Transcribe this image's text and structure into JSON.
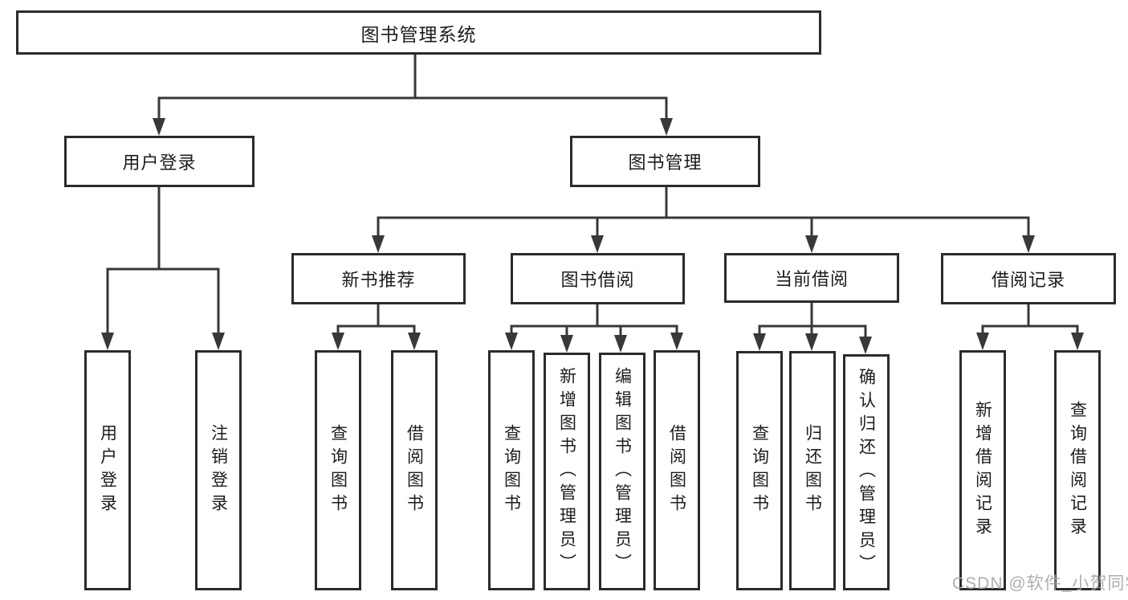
{
  "diagram_title": "图书管理系统",
  "colors": {
    "background": "#ffffff",
    "box_border": "#2b2b2b",
    "connector_line": "#383838",
    "text": "#1c1c1c",
    "watermark": "#a6a6a6"
  },
  "nodes": {
    "root": "图书管理系统",
    "level2": {
      "user_login": "用户登录",
      "book_management": "图书管理"
    },
    "level3": {
      "new_book_recommend": "新书推荐",
      "book_borrow": "图书借阅",
      "current_borrow": "当前借阅",
      "borrow_records": "借阅记录"
    },
    "leaves": {
      "user_login": "用户登录",
      "logout": "注销登录",
      "query_books_1": "查询图书",
      "borrow_books_1": "借阅图书",
      "query_books_2": "查询图书",
      "add_books_admin": "新增图书（管理员）",
      "edit_books_admin": "编辑图书（管理员）",
      "borrow_books_2": "借阅图书",
      "query_books_3": "查询图书",
      "return_books": "归还图书",
      "confirm_return_admin": "确认归还（管理员）",
      "add_borrow_record": "新增借阅记录",
      "query_borrow_record": "查询借阅记录"
    }
  },
  "edges": [
    [
      "图书管理系统",
      "用户登录"
    ],
    [
      "图书管理系统",
      "图书管理"
    ],
    [
      "用户登录",
      "用户登录"
    ],
    [
      "用户登录",
      "注销登录"
    ],
    [
      "图书管理",
      "新书推荐"
    ],
    [
      "图书管理",
      "图书借阅"
    ],
    [
      "图书管理",
      "当前借阅"
    ],
    [
      "图书管理",
      "借阅记录"
    ],
    [
      "新书推荐",
      "查询图书"
    ],
    [
      "新书推荐",
      "借阅图书"
    ],
    [
      "图书借阅",
      "查询图书"
    ],
    [
      "图书借阅",
      "新增图书（管理员）"
    ],
    [
      "图书借阅",
      "编辑图书（管理员）"
    ],
    [
      "图书借阅",
      "借阅图书"
    ],
    [
      "当前借阅",
      "查询图书"
    ],
    [
      "当前借阅",
      "归还图书"
    ],
    [
      "当前借阅",
      "确认归还（管理员）"
    ],
    [
      "借阅记录",
      "新增借阅记录"
    ],
    [
      "借阅记录",
      "查询借阅记录"
    ]
  ],
  "watermark": "CSDN @软件_小贺同学"
}
